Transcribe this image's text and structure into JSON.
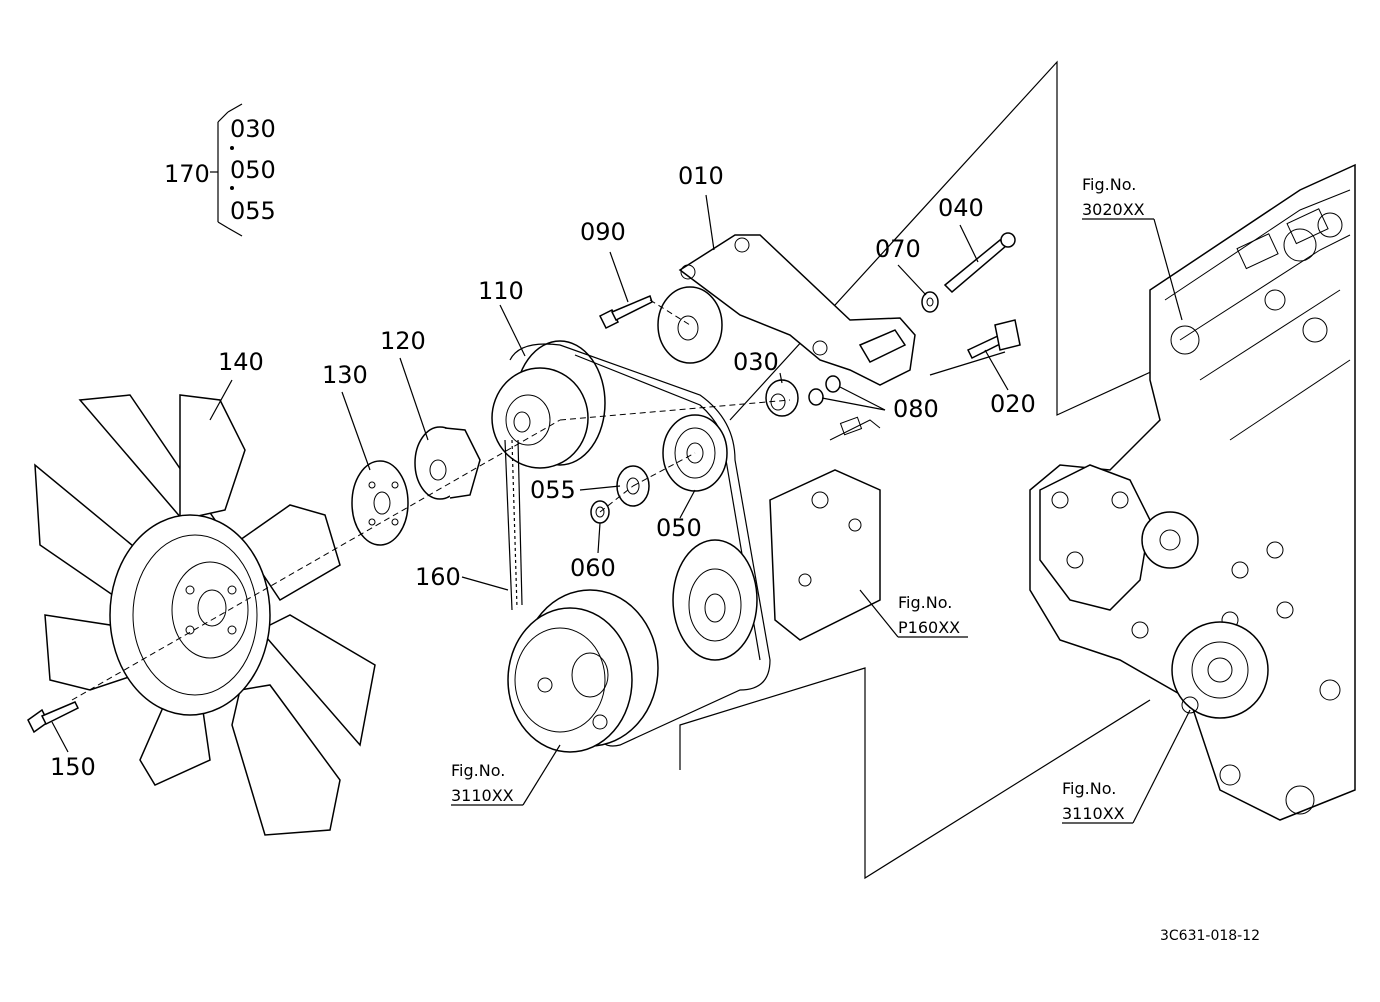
{
  "callouts": {
    "c010": "010",
    "c020": "020",
    "c030": "030",
    "c040": "040",
    "c050": "050",
    "c055": "055",
    "c060": "060",
    "c070": "070",
    "c080": "080",
    "c090": "090",
    "c110": "110",
    "c120": "120",
    "c130": "130",
    "c140": "140",
    "c150": "150",
    "c160": "160",
    "c170": "170"
  },
  "kit_170": {
    "items": [
      "030",
      "050",
      "055"
    ]
  },
  "figure_refs": {
    "fig_label": "Fig.No.",
    "ref_3020": "3020XX",
    "ref_p160": "P160XX",
    "ref_3110_left": "3110XX",
    "ref_3110_right": "3110XX"
  },
  "drawing_number": "3C631-018-12"
}
